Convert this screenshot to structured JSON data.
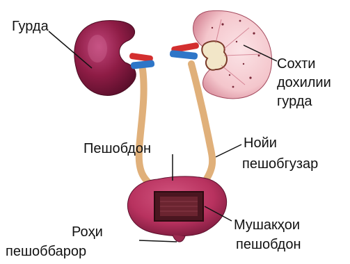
{
  "labels": {
    "kidney": "Гурда",
    "kidney_section_line1": "Сохти",
    "kidney_section_line2": "дохилии",
    "kidney_section_line3": "гурда",
    "bladder": "Пешобдон",
    "ureter_line1": "Нойи",
    "ureter_line2": "пешобгузар",
    "urethra_line1": "Роҳи",
    "urethra_line2": "пешоббарор",
    "bladder_muscles_line1": "Мушакҳои",
    "bladder_muscles_line2": "пешобдон"
  },
  "colors": {
    "kidney": "#8e1c45",
    "kidney_highlight": "#c0457a",
    "kidney_section": "#f4c6cc",
    "renal_pelvis": "#f2e6c8",
    "vein": "#2e76c8",
    "artery": "#d32f2f",
    "ureter": "#e0b07a",
    "bladder": "#b8325f",
    "bladder_muscle": "#4a1620"
  }
}
